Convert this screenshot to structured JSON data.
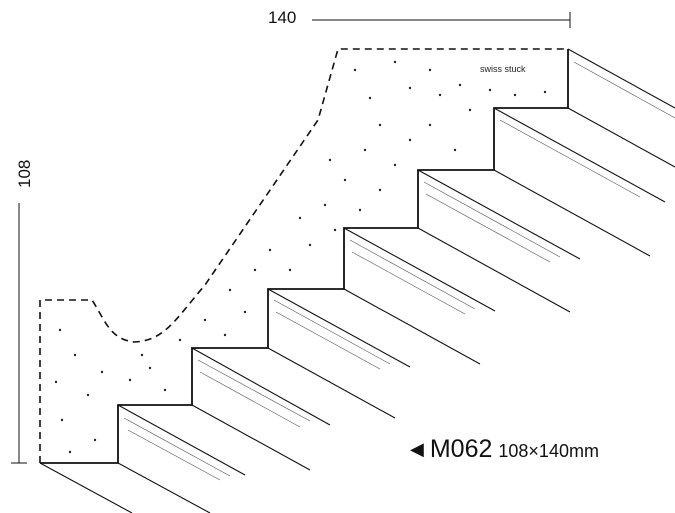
{
  "dimension_width": "140",
  "dimension_height": "108",
  "brand_label": "swiss stuck",
  "product": {
    "arrow_icon": "left-pointer-triangle-icon",
    "code": "M062",
    "size": "108×140mm"
  },
  "colors": {
    "line": "#111111",
    "background": "#ffffff"
  }
}
